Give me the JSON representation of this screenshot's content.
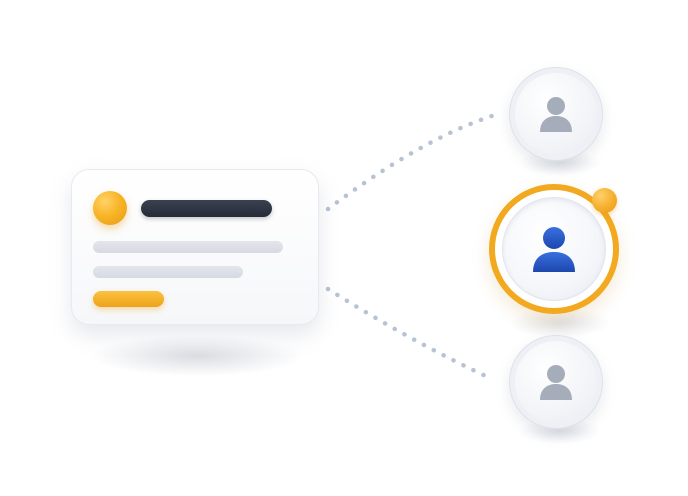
{
  "diagram": {
    "type": "profile-card-to-user-nodes",
    "colors": {
      "accent": "#f2a91f",
      "title_bar": "#2b313d",
      "placeholder_line": "#dcdfe6",
      "connector": "#b7c3d3",
      "user_gray": "#a6adba",
      "user_blue": "#2456c4"
    },
    "card": {
      "avatar_icon": "orange-circle",
      "content_lines": 2,
      "has_action_pill": true
    },
    "nodes": [
      {
        "id": "user-top",
        "icon": "person-icon",
        "state": "default"
      },
      {
        "id": "user-middle",
        "icon": "person-icon",
        "state": "selected",
        "badge": "orange-dot"
      },
      {
        "id": "user-bottom",
        "icon": "person-icon",
        "state": "default"
      }
    ],
    "connections": [
      {
        "from": "card",
        "to": "user-top",
        "style": "dotted"
      },
      {
        "from": "card",
        "to": "user-bottom",
        "style": "dotted"
      }
    ]
  }
}
